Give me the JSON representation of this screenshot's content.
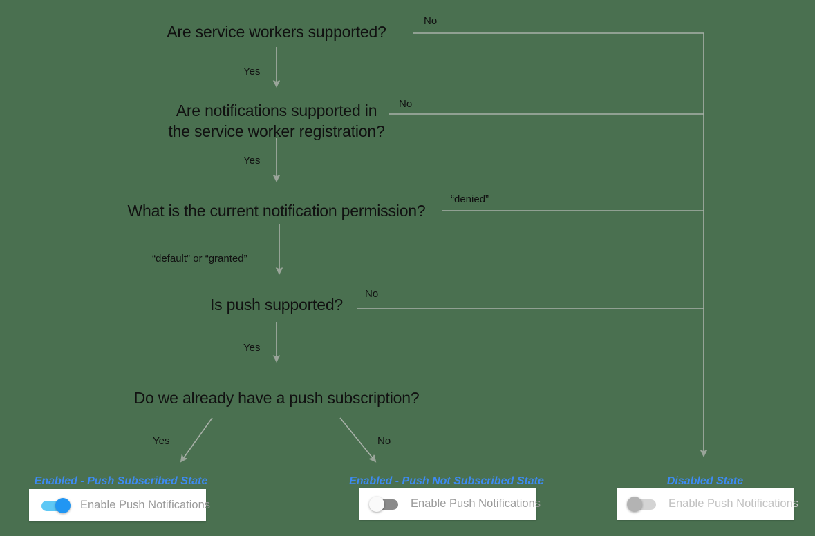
{
  "diagram": {
    "title_colors": {
      "background": "#4a7050",
      "node_text": "#111111",
      "edge_line": "#a8b0a8",
      "state_label": "#3d8bf2",
      "toggle_on_track": "#5ec8f5",
      "toggle_on_knob": "#2196f3",
      "toggle_off_track": "#8a8a8a",
      "toggle_off_knob": "#fafafa",
      "toggle_disabled_track": "#d4d4d4",
      "toggle_disabled_knob": "#b3b3b3",
      "card_background": "#ffffff",
      "card_label": "#9b9b9b"
    },
    "nodes": [
      {
        "id": "q1",
        "text": "Are service workers supported?"
      },
      {
        "id": "q2",
        "text": "Are notifications supported in\nthe service worker registration?"
      },
      {
        "id": "q3",
        "text": "What is the current notification permission?"
      },
      {
        "id": "q4",
        "text": "Is push supported?"
      },
      {
        "id": "q5",
        "text": "Do we already have a push subscription?"
      }
    ],
    "edge_labels": [
      {
        "id": "e1-no",
        "text": "No"
      },
      {
        "id": "e1-yes",
        "text": "Yes"
      },
      {
        "id": "e2-no",
        "text": "No"
      },
      {
        "id": "e2-yes",
        "text": "Yes"
      },
      {
        "id": "e3-denied",
        "text": "“denied”"
      },
      {
        "id": "e3-default-granted",
        "text": "“default” or “granted”"
      },
      {
        "id": "e4-no",
        "text": "No"
      },
      {
        "id": "e4-yes",
        "text": "Yes"
      },
      {
        "id": "e5-yes",
        "text": "Yes"
      },
      {
        "id": "e5-no",
        "text": "No"
      }
    ],
    "outcomes": [
      {
        "id": "subscribed",
        "state_label": "Enabled - Push Subscribed State",
        "card_label": "Enable Push Notifications",
        "toggle_state": "on"
      },
      {
        "id": "not-subscribed",
        "state_label": "Enabled - Push Not Subscribed State",
        "card_label": "Enable Push Notifications",
        "toggle_state": "off"
      },
      {
        "id": "disabled",
        "state_label": "Disabled State",
        "card_label": "Enable Push Notifications",
        "toggle_state": "disabled"
      }
    ]
  }
}
